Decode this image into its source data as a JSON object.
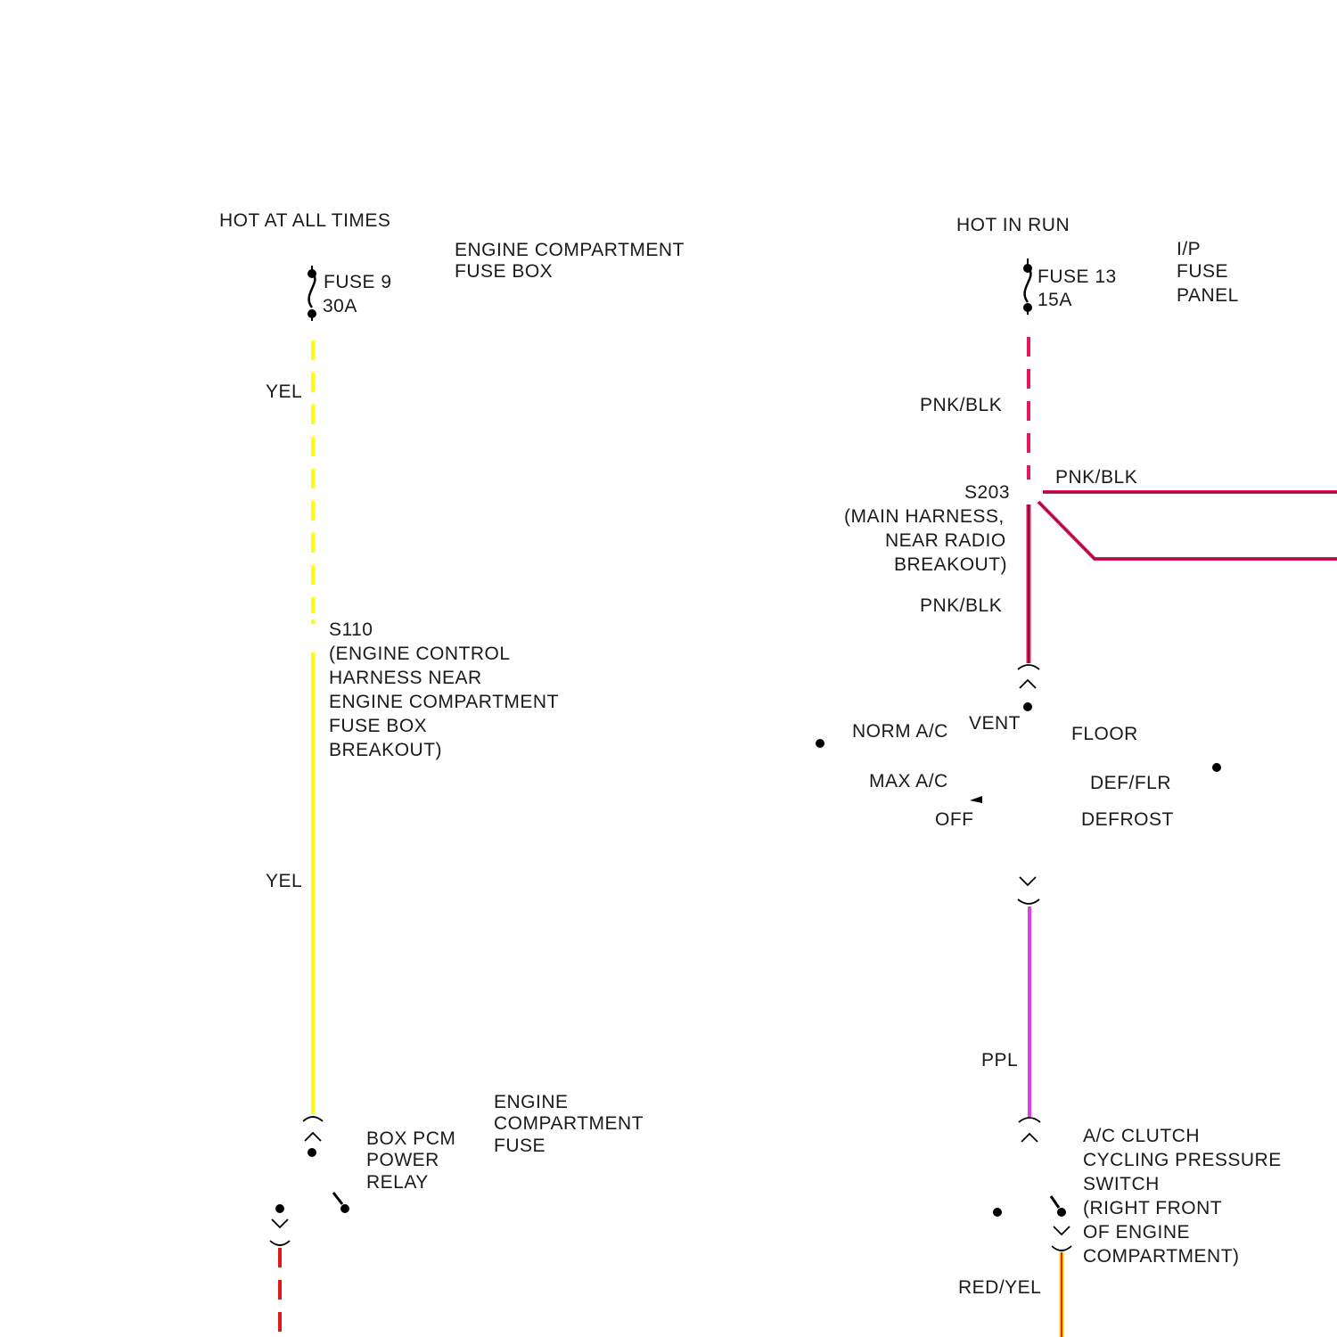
{
  "left_circuit": {
    "source": "HOT AT ALL TIMES",
    "fuse_box": [
      "ENGINE COMPARTMENT",
      "FUSE BOX"
    ],
    "fuse_name": "FUSE 9",
    "fuse_rating": "30A",
    "wire_upper": "YEL",
    "splice": [
      "S110",
      "(ENGINE CONTROL",
      "HARNESS NEAR",
      "ENGINE COMPARTMENT",
      "FUSE BOX",
      "BREAKOUT)"
    ],
    "wire_lower": "YEL",
    "relay": [
      "BOX PCM",
      "POWER",
      "RELAY"
    ],
    "relay_location": [
      "ENGINE",
      "COMPARTMENT",
      "FUSE"
    ]
  },
  "right_circuit": {
    "source": "HOT IN RUN",
    "fuse_panel": [
      "I/P",
      "FUSE",
      "PANEL"
    ],
    "fuse_name": "FUSE 13",
    "fuse_rating": "15A",
    "wire_upper": "PNK/BLK",
    "branch_wire": "PNK/BLK",
    "splice": [
      "S203",
      "(MAIN HARNESS,",
      "NEAR RADIO",
      "BREAKOUT)"
    ],
    "wire_mid": "PNK/BLK",
    "switch_positions": {
      "norm_ac": "NORM A/C",
      "vent": "VENT",
      "floor": "FLOOR",
      "max_ac": "MAX A/C",
      "def_flr": "DEF/FLR",
      "off": "OFF",
      "defrost": "DEFROST"
    },
    "wire_lower": "PPL",
    "pressure_switch": [
      "A/C CLUTCH",
      "CYCLING PRESSURE",
      "SWITCH",
      "(RIGHT FRONT",
      "OF ENGINE",
      "COMPARTMENT)"
    ],
    "wire_out": "RED/YEL"
  },
  "colors": {
    "yellow": "#ffff00",
    "pink": "#e8175d",
    "pink_black": "#7a1030",
    "purple": "#e040e0",
    "red": "#e01818",
    "red_yellow": "#e03000"
  }
}
